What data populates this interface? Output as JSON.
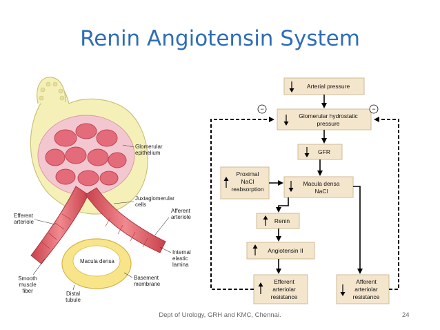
{
  "title": "Renin Angiotensin System",
  "footer": "Dept of Urology, GRH and KMC, Chennai.",
  "page_number": "24",
  "anatomy_labels": {
    "glomerular_epithelium": [
      "Glomerular",
      "epithelium"
    ],
    "juxtaglomerular_cells": [
      "Juxtaglomerular",
      "cells"
    ],
    "afferent_arteriole": [
      "Afferent",
      "arteriole"
    ],
    "efferent_arteriole": [
      "Efferent",
      "arteriole"
    ],
    "internal_elastic_lamina": [
      "Internal",
      "elastic",
      "lamina"
    ],
    "macula_densa": "Macula densa",
    "basement_membrane": [
      "Basement",
      "membrane"
    ],
    "smooth_muscle_fiber": [
      "Smooth",
      "muscle",
      "fiber"
    ],
    "distal_tubule": [
      "Distal",
      "tubule"
    ]
  },
  "flow": {
    "arterial_pressure": {
      "arrow": "down",
      "lines": [
        "Arterial pressure"
      ]
    },
    "glomerular_pressure": {
      "arrow": "down",
      "lines": [
        "Glomerular hydrostatic",
        "pressure"
      ]
    },
    "gfr": {
      "arrow": "down",
      "lines": [
        "GFR"
      ]
    },
    "proximal_nacl": {
      "arrow": "up",
      "lines": [
        "Proximal",
        "NaCl",
        "reabsorption"
      ]
    },
    "macula_densa_nacl": {
      "arrow": "down",
      "lines": [
        "Macula densa",
        "NaCl"
      ]
    },
    "renin": {
      "arrow": "up",
      "lines": [
        "Renin"
      ]
    },
    "angiotensin": {
      "arrow": "up",
      "lines": [
        "Angiotensin II"
      ]
    },
    "efferent_resistance": {
      "arrow": "up",
      "lines": [
        "Efferent",
        "arteriolar",
        "resistance"
      ]
    },
    "afferent_resistance": {
      "arrow": "down",
      "lines": [
        "Afferent",
        "arteriolar",
        "resistance"
      ]
    },
    "feedback_sign_left": "−",
    "feedback_sign_right": "−"
  }
}
